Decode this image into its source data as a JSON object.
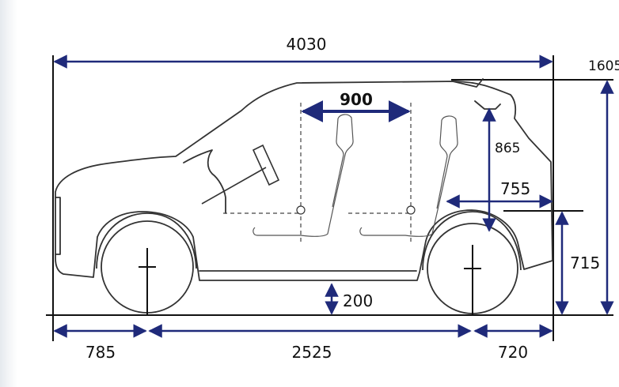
{
  "dimensions": {
    "overall_length": "4030",
    "overall_height": "1605",
    "shoulder_width": "900",
    "rear_headroom": "865",
    "rear_seat_to_tail": "755",
    "rear_wheel_center_height": "715",
    "ground_clearance": "200",
    "front_overhang": "785",
    "wheelbase": "2525",
    "rear_overhang": "720"
  },
  "colors": {
    "dimension_line": "#1f2a7a",
    "outline": "#333333",
    "frame": "#111111"
  }
}
